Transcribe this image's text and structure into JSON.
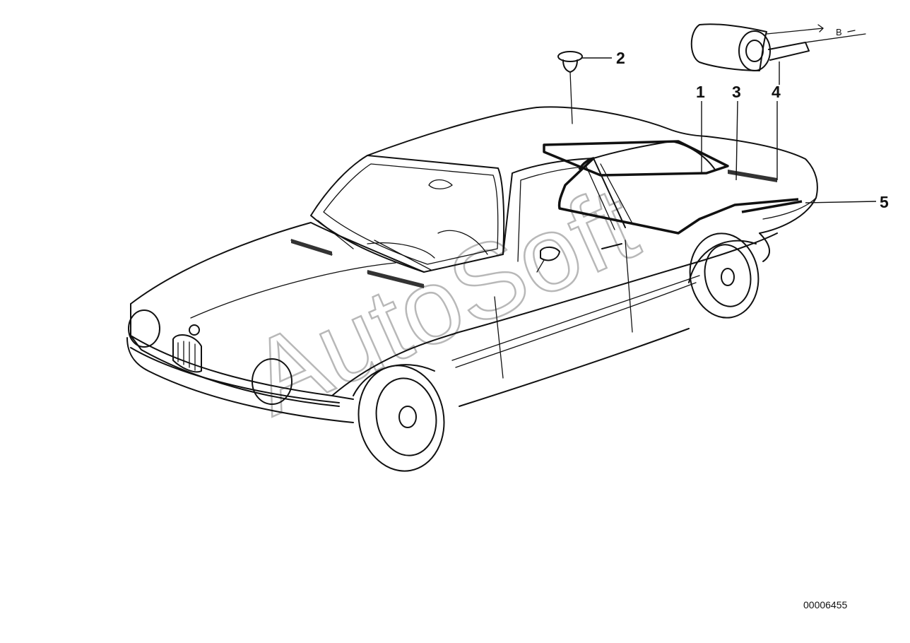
{
  "diagram": {
    "callouts": [
      {
        "id": "1",
        "label": "1"
      },
      {
        "id": "2",
        "label": "2"
      },
      {
        "id": "3",
        "label": "3"
      },
      {
        "id": "4",
        "label": "4"
      },
      {
        "id": "5",
        "label": "5"
      }
    ],
    "dimension_label": "B",
    "document_number": "00006455",
    "watermark": "AutoSoft"
  }
}
